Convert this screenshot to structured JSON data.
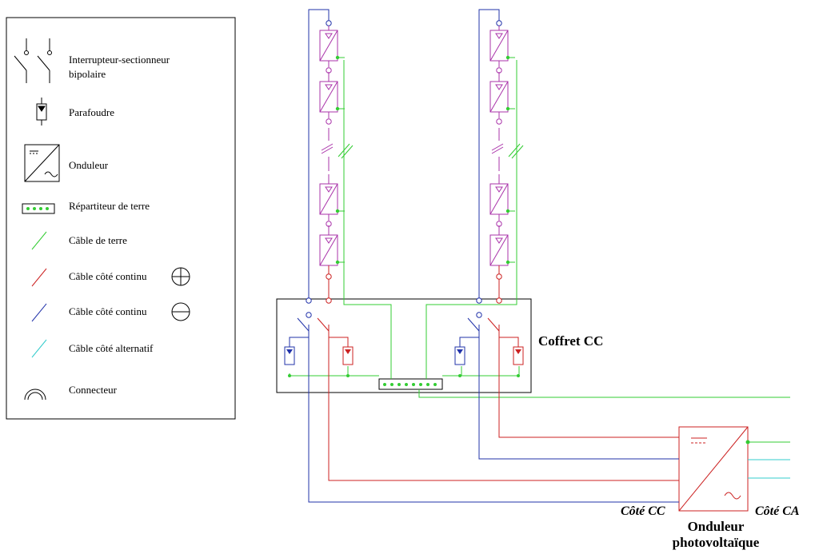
{
  "legend": {
    "items": [
      {
        "icon": "disconnect-switch-icon",
        "label_lines": [
          "Interrupteur-sectionneur",
          "bipolaire"
        ]
      },
      {
        "icon": "surge-arrester-icon",
        "label_lines": [
          "Parafoudre"
        ]
      },
      {
        "icon": "inverter-icon",
        "label_lines": [
          "Onduleur"
        ]
      },
      {
        "icon": "earth-distributor-icon",
        "label_lines": [
          "Répartiteur de terre"
        ]
      },
      {
        "icon": "earth-cable-icon",
        "label_lines": [
          "Câble de terre"
        ],
        "symbol": ""
      },
      {
        "icon": "dc-positive-cable-icon",
        "label_lines": [
          "Câble côté continu"
        ],
        "symbol": "+"
      },
      {
        "icon": "dc-negative-cable-icon",
        "label_lines": [
          "Câble côté continu"
        ],
        "symbol": "−"
      },
      {
        "icon": "ac-cable-icon",
        "label_lines": [
          "Câble côté alternatif"
        ]
      },
      {
        "icon": "connector-icon",
        "label_lines": [
          "Connecteur"
        ]
      }
    ]
  },
  "labels": {
    "dc_box": "Coffret CC",
    "dc_side": "Côté CC",
    "ac_side": "Côté CA",
    "inverter_lines": [
      "Onduleur",
      "photovoltaïque"
    ]
  },
  "colors": {
    "earth": "#33cc33",
    "dc_positive": "#cc2222",
    "dc_negative": "#2233aa",
    "ac": "#33cccc",
    "panel": "#aa33aa",
    "outline": "#000000"
  }
}
